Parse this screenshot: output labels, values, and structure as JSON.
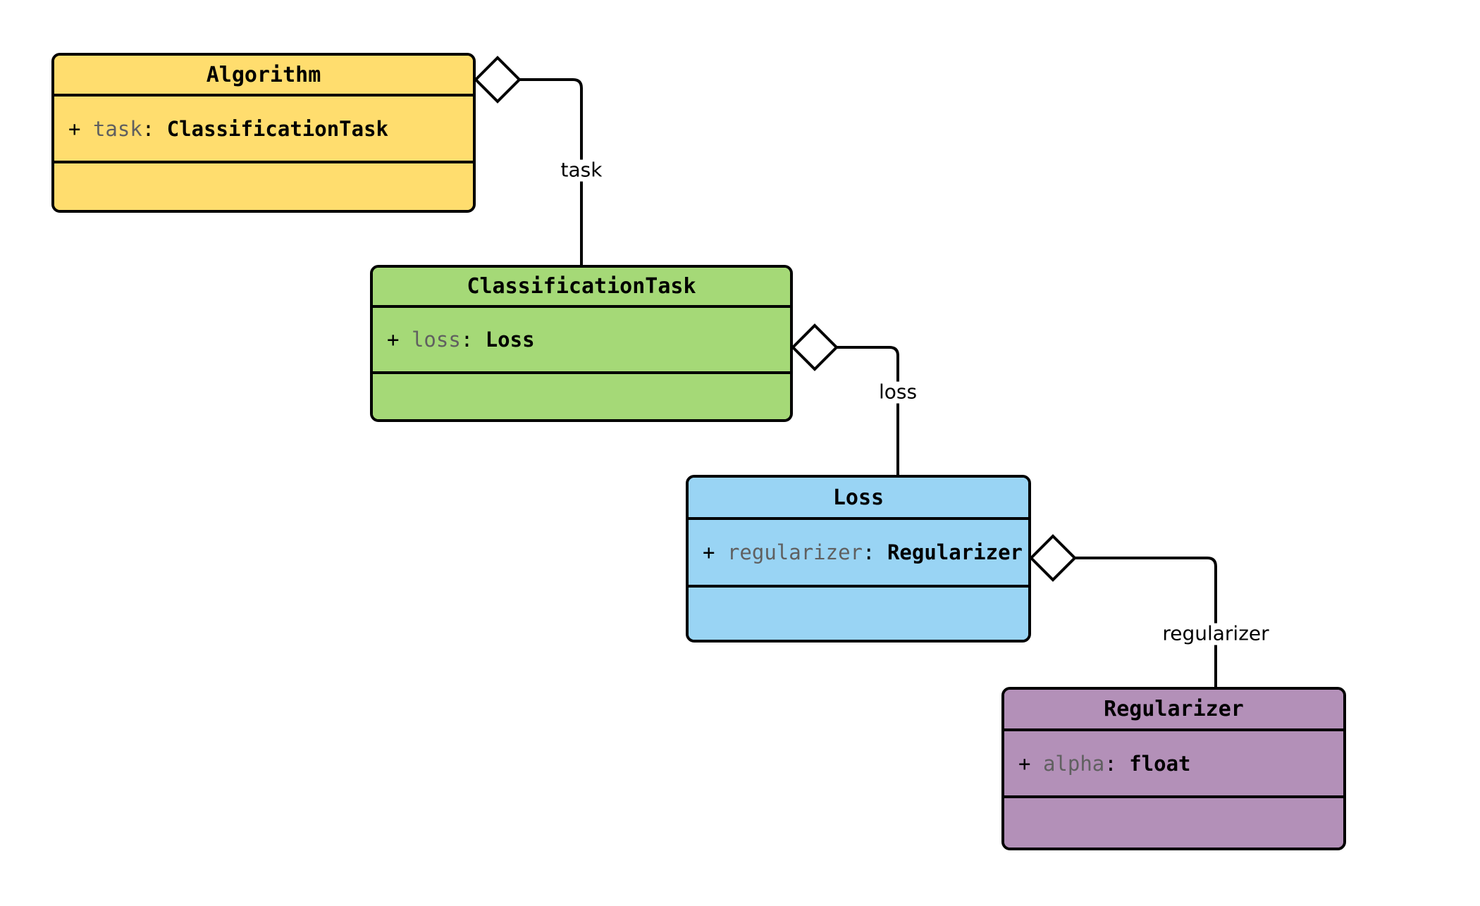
{
  "diagram": {
    "type": "uml-class-diagram",
    "background": "#ffffff",
    "classes": [
      {
        "id": "algorithm",
        "name": "Algorithm",
        "fill": "#ffdd6e",
        "attributes": [
          {
            "visibility": "+",
            "name": "task",
            "separator": ":",
            "type": "ClassificationTask"
          }
        ],
        "operations": []
      },
      {
        "id": "classification-task",
        "name": "ClassificationTask",
        "fill": "#a5d977",
        "attributes": [
          {
            "visibility": "+",
            "name": "loss",
            "separator": ":",
            "type": "Loss"
          }
        ],
        "operations": []
      },
      {
        "id": "loss",
        "name": "Loss",
        "fill": "#99d4f4",
        "attributes": [
          {
            "visibility": "+",
            "name": "regularizer",
            "separator": ":",
            "type": "Regularizer"
          }
        ],
        "operations": []
      },
      {
        "id": "regularizer",
        "name": "Regularizer",
        "fill": "#b390b8",
        "attributes": [
          {
            "visibility": "+",
            "name": "alpha",
            "separator": ":",
            "type": "float"
          }
        ],
        "operations": []
      }
    ],
    "relations": [
      {
        "id": "algorithm-task",
        "kind": "aggregation",
        "source": "algorithm",
        "target": "classification-task",
        "label": "task"
      },
      {
        "id": "classificationtask-loss",
        "kind": "aggregation",
        "source": "classification-task",
        "target": "loss",
        "label": "loss"
      },
      {
        "id": "loss-regularizer",
        "kind": "aggregation",
        "source": "loss",
        "target": "regularizer",
        "label": "regularizer"
      }
    ]
  }
}
